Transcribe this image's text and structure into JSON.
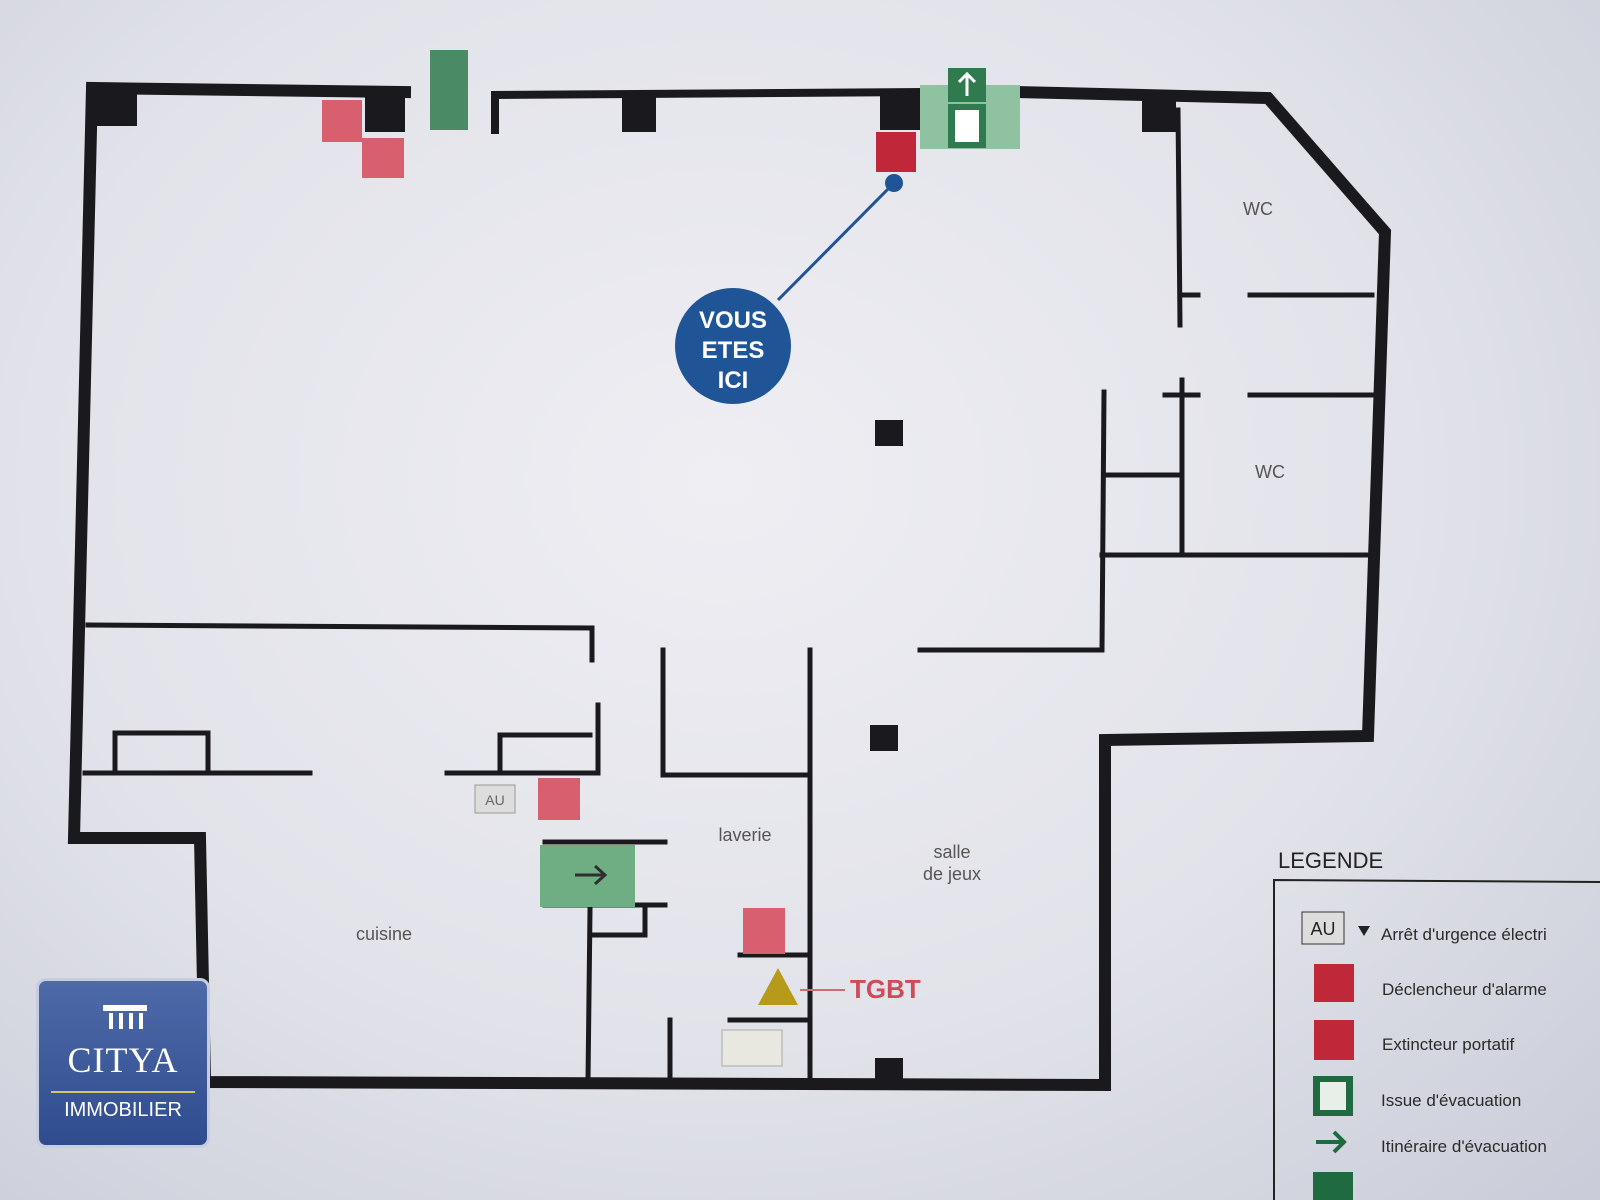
{
  "plan": {
    "you_are_here": [
      "VOUS",
      "ETES",
      "ICI"
    ],
    "rooms": {
      "wc_top": "WC",
      "wc_bottom": "WC",
      "cuisine": "cuisine",
      "laverie": "laverie",
      "salle_line1": "salle",
      "salle_line2": "de jeux",
      "tgbt": "TGBT"
    },
    "au_symbol": "AU"
  },
  "legend": {
    "title": "LEGENDE",
    "items": [
      {
        "icon": "emergency-stop-icon",
        "symbol": "AU",
        "label": "Arrêt d'urgence électri"
      },
      {
        "icon": "fire-alarm-icon",
        "label": "Déclencheur d'alarme"
      },
      {
        "icon": "fire-extinguisher-icon",
        "label": "Extincteur portatif"
      },
      {
        "icon": "emergency-exit-icon",
        "label": "Issue d'évacuation"
      },
      {
        "icon": "evacuation-arrow-icon",
        "label": "Itinéraire d'évacuation"
      }
    ]
  },
  "logo": {
    "brand": "CITYA",
    "sub": "IMMOBILIER"
  },
  "colors": {
    "wall": "#1a1a1e",
    "fire_red": "#c0283a",
    "exit_green": "#2f7a4e",
    "here_blue": "#1f5597",
    "warning": "#b89a1a"
  }
}
